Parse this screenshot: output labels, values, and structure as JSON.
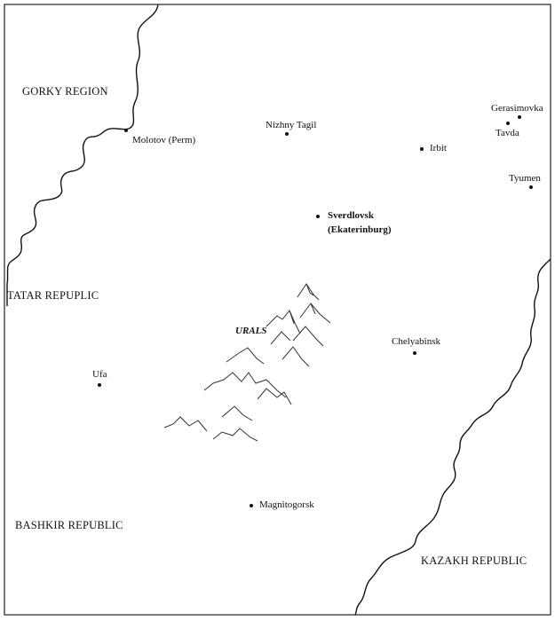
{
  "regions": {
    "gorky": "GORKY REGION",
    "tatar": "TATAR REPUPLIC",
    "bashkir": "BASHKIR REPUBLIC",
    "kazakh": "KAZAKH REPUBLIC"
  },
  "features": {
    "urals": "URALS"
  },
  "cities": {
    "molotov": "Molotov (Perm)",
    "nizhny_tagil": "Nizhny Tagil",
    "irbit": "Irbit",
    "gerasimovka": "Gerasimovka",
    "tavda": "Tavda",
    "tyumen": "Tyumen",
    "sverdlovsk": "Sverdlovsk",
    "ekaterinburg": "(Ekaterinburg)",
    "chelyabinsk": "Chelyabinsk",
    "ufa": "Ufa",
    "magnitogorsk": "Magnitogorsk"
  },
  "colors": {
    "ink": "#111111",
    "paper": "#ffffff"
  }
}
